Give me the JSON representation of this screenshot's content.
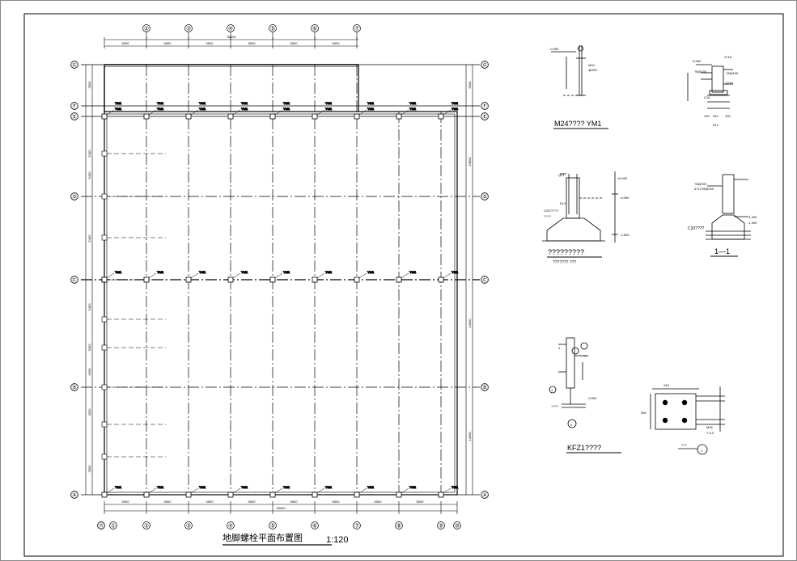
{
  "plan": {
    "title": "地脚螺栓平面布置图",
    "scale": "1:120",
    "top_axes": [
      "②",
      "③",
      "④",
      "⑤",
      "⑥",
      "⑦"
    ],
    "bottom_axes": [
      "⑪",
      "①",
      "②",
      "③",
      "④",
      "⑤",
      "⑥",
      "⑦",
      "⑧",
      "⑨",
      "⑩"
    ],
    "row_axes": [
      "Ⓖ",
      "Ⓕ",
      "Ⓔ",
      "Ⓓ",
      "Ⓒ",
      "Ⓑ",
      "Ⓐ"
    ],
    "bolt_label": "YM1",
    "top_total_dim": "30000",
    "bottom_total_dim": "45000",
    "top_span_dims": [
      "5500",
      "5500",
      "5500",
      "5500",
      "5500",
      "5500"
    ],
    "bottom_span_dims": [
      "5500",
      "5500",
      "5500",
      "5500",
      "5500",
      "5500",
      "5500",
      "5500"
    ],
    "left_dims": [
      "3000",
      "5400",
      "5400",
      "5400",
      "5400",
      "3000",
      "6000",
      "4500",
      "3000"
    ],
    "right_dims": [
      "6000",
      "10800",
      "14000",
      "14000"
    ]
  },
  "details": {
    "bolt_detail_title": "M24???? YM1",
    "bolt_detail_dims": [
      "-0.050",
      "M24",
      "@250"
    ],
    "dll_label": "DLL",
    "dll_dims": [
      "4?16",
      "-0.050",
      "?8@200",
      "?8@100",
      "4?16",
      "C10",
      "100",
      "240",
      "100"
    ],
    "footing_title": "?????????",
    "footing_subtitle": "??????? ???",
    "footing_labels": [
      "QL1",
      "C20?????",
      "????",
      "DL1",
      "±0.000",
      "-0.050",
      "-1.600"
    ],
    "section_title": "1—1",
    "section_labels": [
      "C20????",
      "-1.400",
      "-1.900",
      "?8@200",
      "4?12?8@200"
    ],
    "kfz_title": "KFZ1????",
    "kfz_labels": [
      "2",
      "???",
      "1",
      "????",
      "-0.500",
      "2"
    ],
    "plate_title": "???",
    "plate_labels": [
      "M16",
      "?=12",
      "240",
      "300"
    ],
    "plate_circle": "1"
  }
}
